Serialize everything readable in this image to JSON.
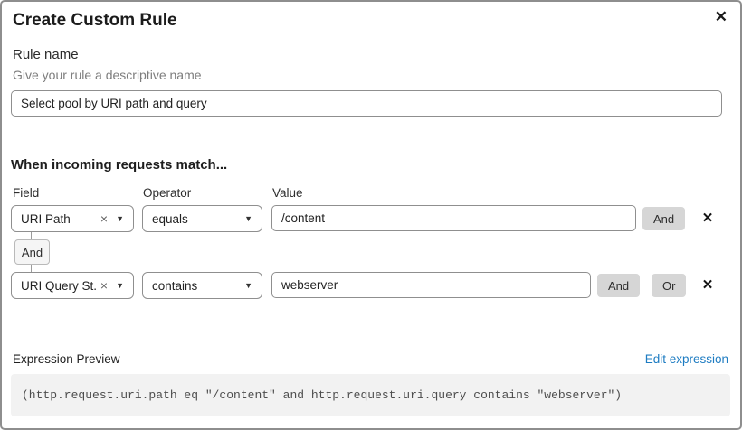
{
  "dialog": {
    "title": "Create Custom Rule"
  },
  "icons": {
    "close": "✕",
    "remove": "✕",
    "clear": "×",
    "caret": "▼"
  },
  "rule_name": {
    "label": "Rule name",
    "hint": "Give your rule a descriptive name",
    "value": "Select pool by URI path and query"
  },
  "matcher": {
    "heading": "When incoming requests match...",
    "columns": {
      "field": "Field",
      "operator": "Operator",
      "value": "Value"
    },
    "connector_label": "And",
    "rows": [
      {
        "field": "URI Path",
        "operator": "equals",
        "value": "/content",
        "buttons": [
          "And"
        ]
      },
      {
        "field": "URI Query St...",
        "operator": "contains",
        "value": "webserver",
        "buttons": [
          "And",
          "Or"
        ]
      }
    ]
  },
  "preview": {
    "label": "Expression Preview",
    "edit_link": "Edit expression",
    "expression": "(http.request.uri.path eq \"/content\" and http.request.uri.query contains \"webserver\")"
  },
  "colors": {
    "link_blue": "#1e7cc2",
    "button_gray": "#d6d6d6",
    "code_bg": "#f2f2f2",
    "border_gray": "#8f8f8f"
  }
}
